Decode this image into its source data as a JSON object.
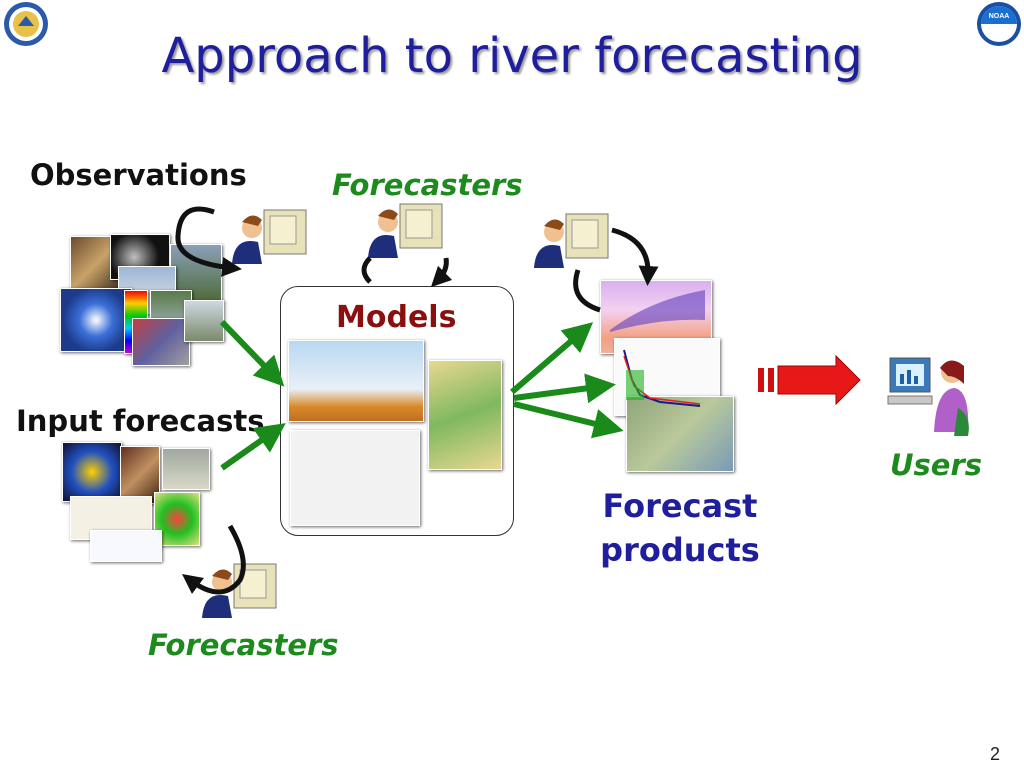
{
  "title": "Approach to river forecasting",
  "labels": {
    "observations": "Observations",
    "input_forecasts": "Input forecasts",
    "forecasters_top": "Forecasters",
    "forecasters_bottom": "Forecasters",
    "models": "Models",
    "forecast_products_line1": "Forecast",
    "forecast_products_line2": "products",
    "users": "Users"
  },
  "page_number": "2",
  "colors": {
    "title": "#1f1f9e",
    "green_label": "#1d8a1d",
    "models_label": "#8a1010",
    "flow_arrow": "#1a8a1a",
    "users_arrow": "#e01010"
  },
  "icons": {
    "left_logo": "department-of-commerce-seal",
    "right_logo": "noaa-logo"
  }
}
